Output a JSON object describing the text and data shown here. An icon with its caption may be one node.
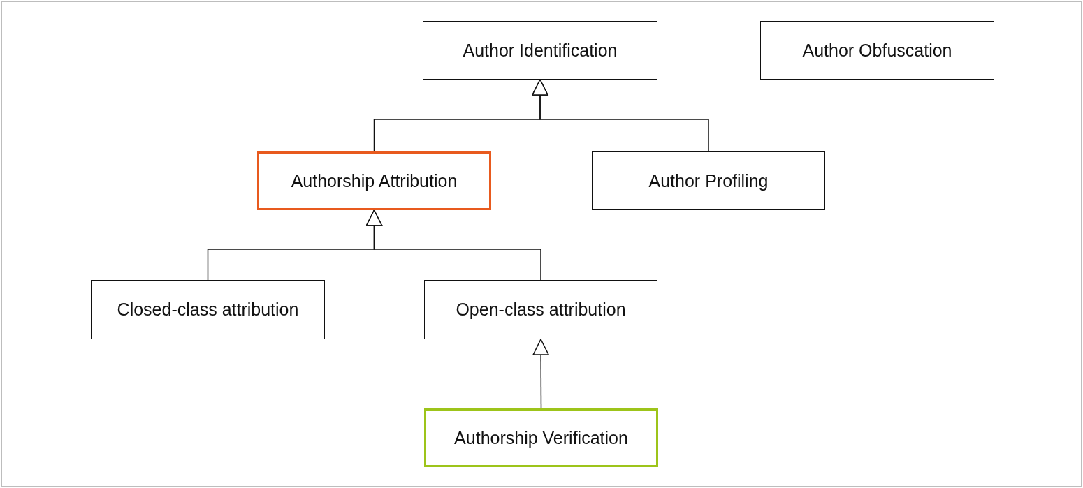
{
  "diagram": {
    "nodes": [
      {
        "text": [
          "Author Identification"
        ]
      },
      {
        "text": [
          "Author Obfuscation"
        ]
      },
      {
        "text": [
          "Authorship Attribution"
        ]
      },
      {
        "text": [
          "Author Profiling"
        ]
      },
      {
        "text": [
          "Closed-class attribution"
        ]
      },
      {
        "text": [
          "Open-class attribution"
        ]
      },
      {
        "text": [
          "Authorship Verification"
        ]
      }
    ],
    "edges": [
      {
        "from": 2,
        "to": 0,
        "arrow": "to"
      },
      {
        "from": 3,
        "to": 0,
        "arrow": "to"
      },
      {
        "from": 4,
        "to": 2,
        "arrow": "to"
      },
      {
        "from": 5,
        "to": 2,
        "arrow": "to"
      },
      {
        "from": 6,
        "to": 5,
        "arrow": "to"
      }
    ]
  }
}
